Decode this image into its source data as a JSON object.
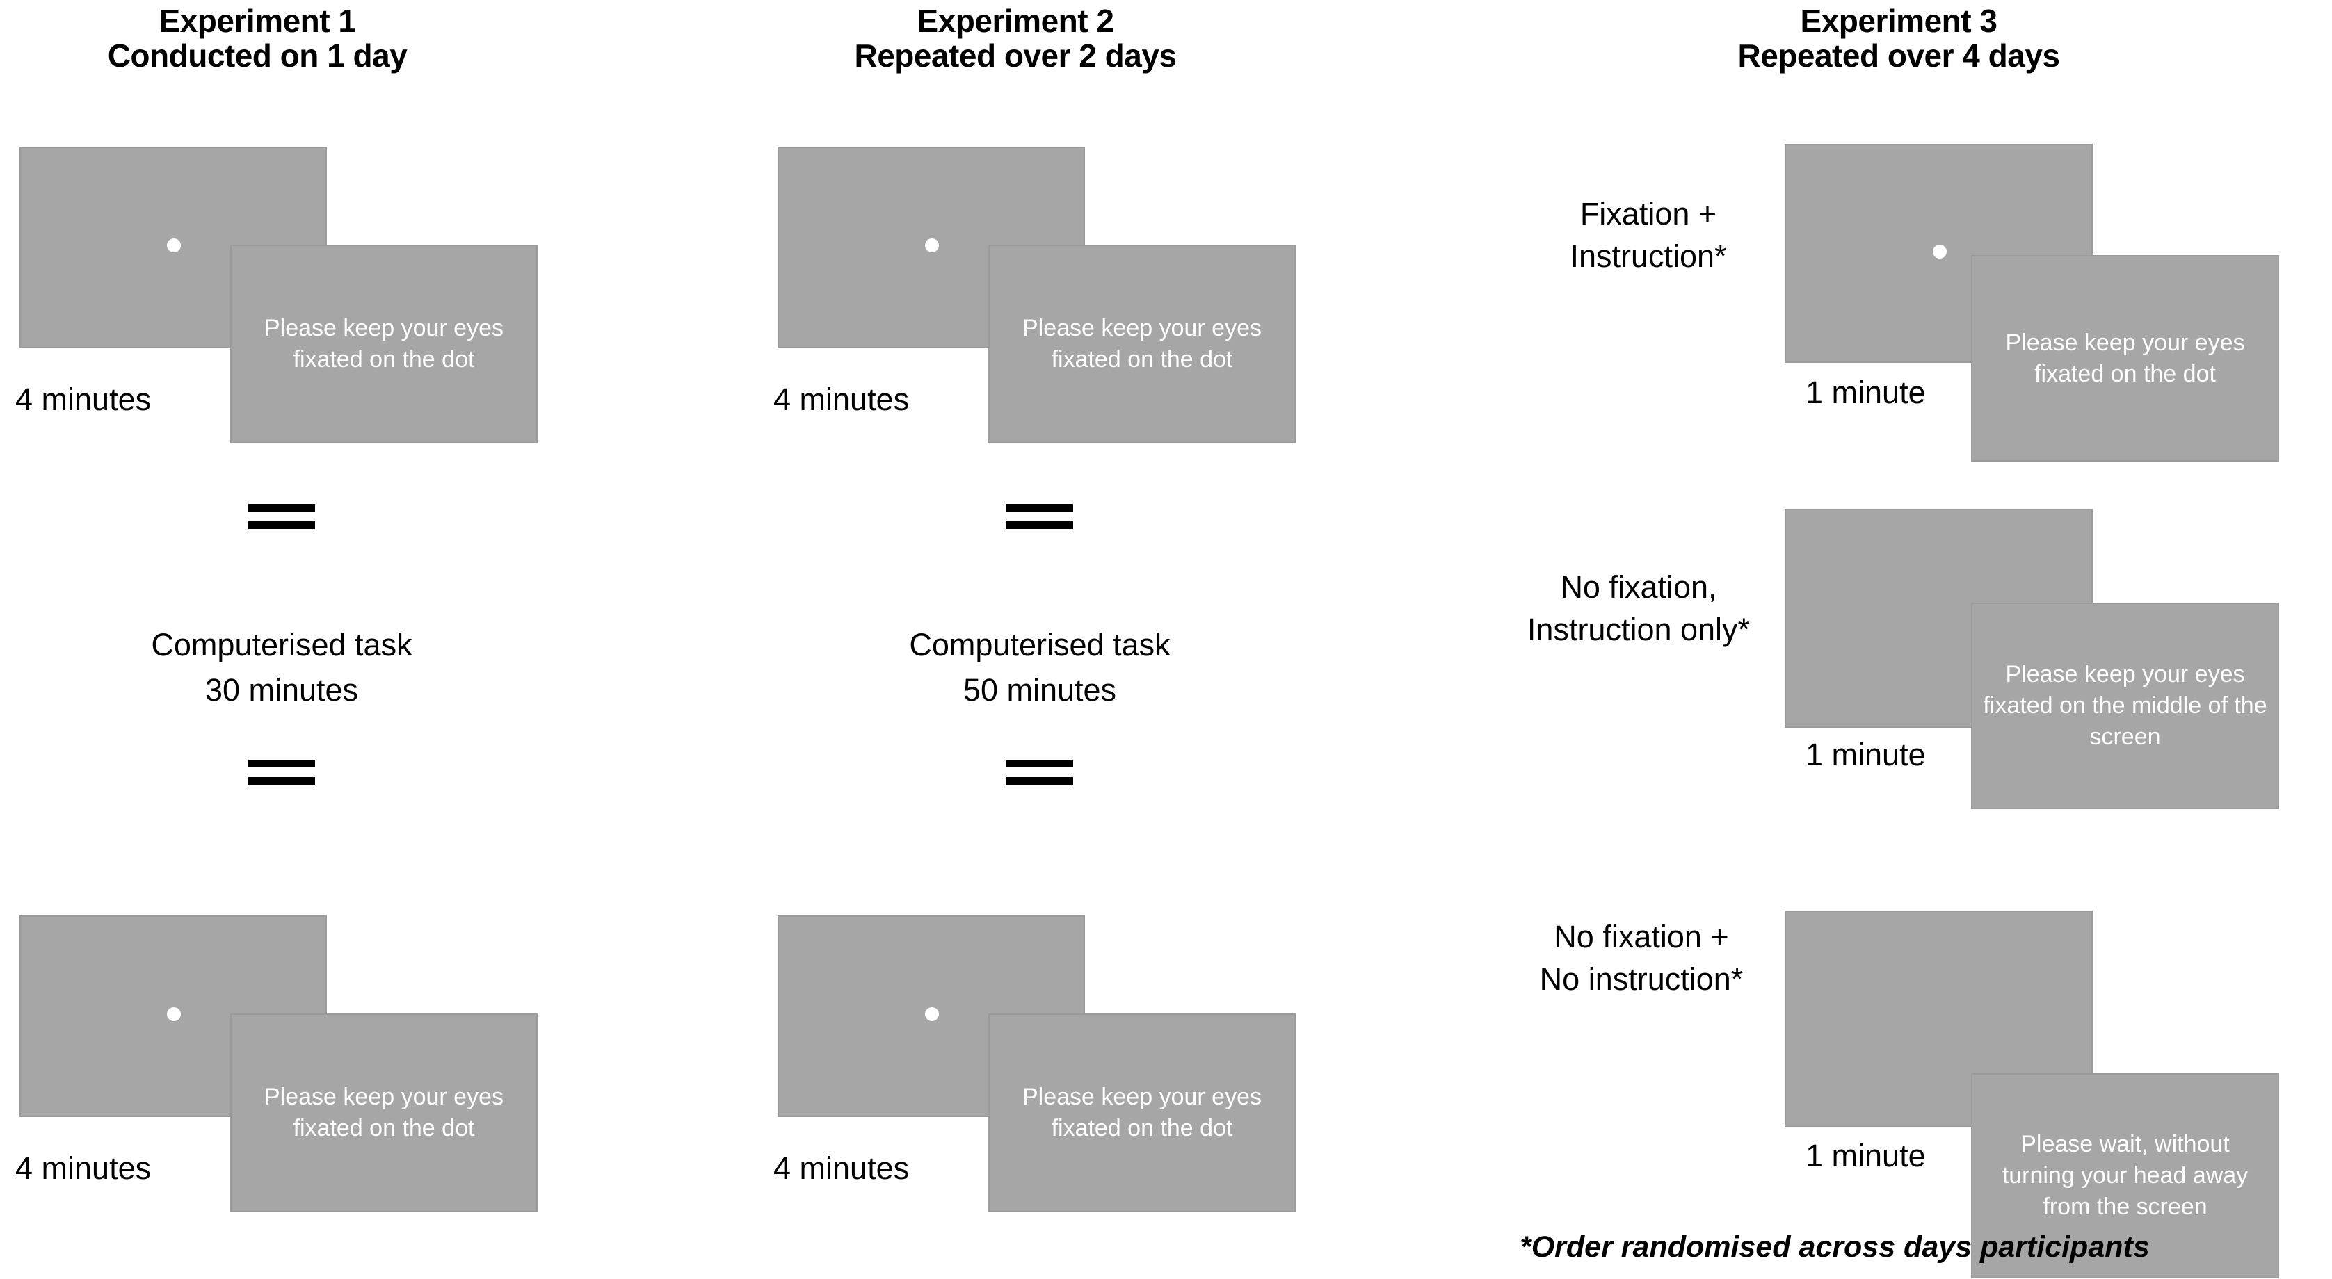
{
  "figure": {
    "background_color": "#FFFFFF",
    "screen_color": "#A6A6A6",
    "screen_text_color": "#FFFFFF",
    "text_color": "#000000"
  },
  "columns": [
    {
      "title_line1": "Experiment 1",
      "title_line2": "Conducted on 1 day",
      "blocks": [
        {
          "fixation_screen": {
            "has_dot": true
          },
          "instruction_screen": {
            "text": "Please keep your eyes fixated on the dot"
          },
          "duration": "4 minutes"
        },
        {
          "task_title": "Computerised task",
          "task_duration": "30 minutes"
        },
        {
          "fixation_screen": {
            "has_dot": true
          },
          "instruction_screen": {
            "text": "Please keep your eyes fixated on the dot"
          },
          "duration": "4 minutes"
        }
      ]
    },
    {
      "title_line1": "Experiment 2",
      "title_line2": "Repeated over 2 days",
      "blocks": [
        {
          "fixation_screen": {
            "has_dot": true
          },
          "instruction_screen": {
            "text": "Please keep your eyes fixated on the dot"
          },
          "duration": "4 minutes"
        },
        {
          "task_title": "Computerised task",
          "task_duration": "50 minutes"
        },
        {
          "fixation_screen": {
            "has_dot": true
          },
          "instruction_screen": {
            "text": "Please keep your eyes fixated on the dot"
          },
          "duration": "4 minutes"
        }
      ]
    },
    {
      "title_line1": "Experiment 3",
      "title_line2": "Repeated over 4 days",
      "blocks": [
        {
          "condition_line1": "Fixation +",
          "condition_line2": "Instruction*",
          "fixation_screen": {
            "has_dot": true
          },
          "instruction_screen": {
            "text": "Please keep your eyes fixated on the dot"
          },
          "duration": "1 minute"
        },
        {
          "condition_line1": "No fixation,",
          "condition_line2": "Instruction only*",
          "fixation_screen": {
            "has_dot": false
          },
          "instruction_screen": {
            "text": "Please keep your eyes fixated on the middle of the screen"
          },
          "duration": "1 minute"
        },
        {
          "condition_line1": "No fixation +",
          "condition_line2": "No instruction*",
          "fixation_screen": {
            "has_dot": false
          },
          "instruction_screen": {
            "text": "Please wait, without turning your head away from the screen"
          },
          "duration": "1 minute"
        }
      ]
    }
  ],
  "footnote": "*Order randomised across days participants"
}
